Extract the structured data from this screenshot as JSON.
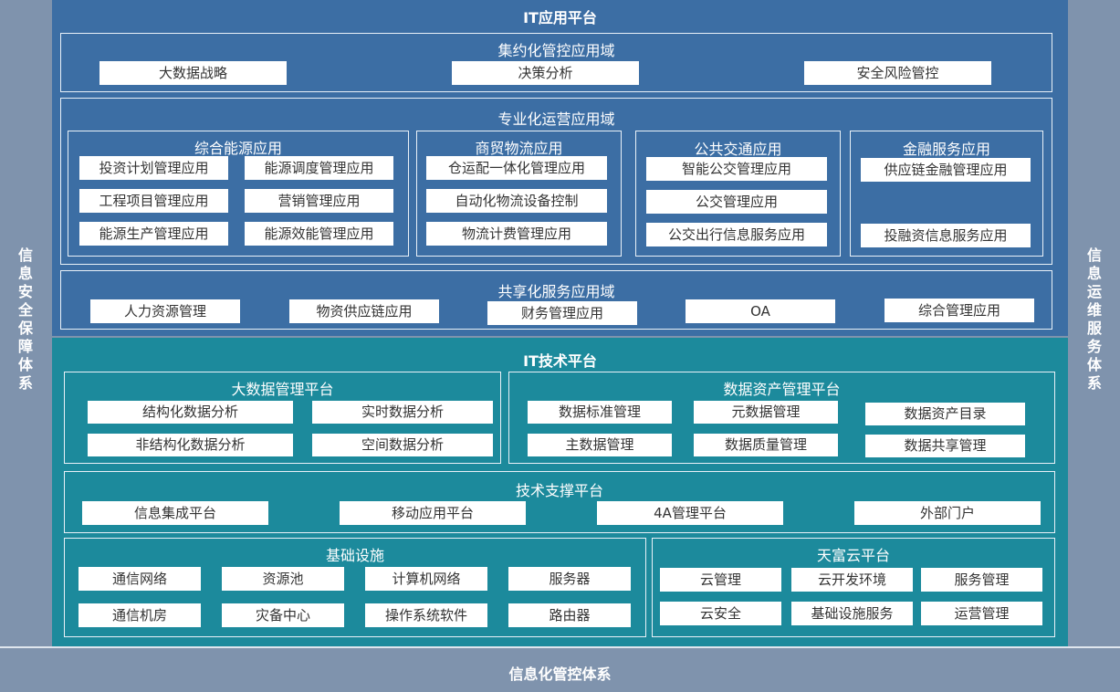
{
  "left_side": {
    "label": "信息安全保障体系"
  },
  "right_side": {
    "label": "信息运维服务体系"
  },
  "bottom": {
    "label": "信息化管控体系"
  },
  "it_app_platform": {
    "title": "IT应用平台",
    "centralized": {
      "title": "集约化管控应用域",
      "items": [
        "大数据战略",
        "决策分析",
        "安全风险管控"
      ]
    },
    "professional": {
      "title": "专业化运营应用域",
      "energy": {
        "title": "综合能源应用",
        "items": [
          "投资计划管理应用",
          "能源调度管理应用",
          "工程项目管理应用",
          "营销管理应用",
          "能源生产管理应用",
          "能源效能管理应用"
        ]
      },
      "logistics": {
        "title": "商贸物流应用",
        "items": [
          "仓运配一体化管理应用",
          "自动化物流设备控制",
          "物流计费管理应用"
        ]
      },
      "transit": {
        "title": "公共交通应用",
        "items": [
          "智能公交管理应用",
          "公交管理应用",
          "公交出行信息服务应用"
        ]
      },
      "finance": {
        "title": "金融服务应用",
        "items": [
          "供应链金融管理应用",
          "投融资信息服务应用"
        ]
      }
    },
    "shared": {
      "title": "共享化服务应用域",
      "items": [
        "人力资源管理",
        "物资供应链应用",
        "财务管理应用",
        "OA",
        "综合管理应用"
      ]
    }
  },
  "it_tech_platform": {
    "title": "IT技术平台",
    "bigdata": {
      "title": "大数据管理平台",
      "items": [
        "结构化数据分析",
        "实时数据分析",
        "非结构化数据分析",
        "空间数据分析"
      ]
    },
    "data_asset": {
      "title": "数据资产管理平台",
      "items": [
        "数据标准管理",
        "元数据管理",
        "数据资产目录",
        "主数据管理",
        "数据质量管理",
        "数据共享管理"
      ]
    },
    "tech_support": {
      "title": "技术支撑平台",
      "items": [
        "信息集成平台",
        "移动应用平台",
        "4A管理平台",
        "外部门户"
      ]
    },
    "infra": {
      "title": "基础设施",
      "items": [
        "通信网络",
        "资源池",
        "计算机网络",
        "服务器",
        "通信机房",
        "灾备中心",
        "操作系统软件",
        "路由器"
      ]
    },
    "cloud": {
      "title": "天富云平台",
      "items": [
        "云管理",
        "云开发环境",
        "服务管理",
        "云安全",
        "基础设施服务",
        "运营管理"
      ]
    }
  },
  "colors": {
    "side_band": "#7f93ad",
    "app_platform": "#3c6ea4",
    "tech_platform": "#1c8a9c",
    "box": "#ffffff",
    "frame": "#e9f1f8"
  }
}
